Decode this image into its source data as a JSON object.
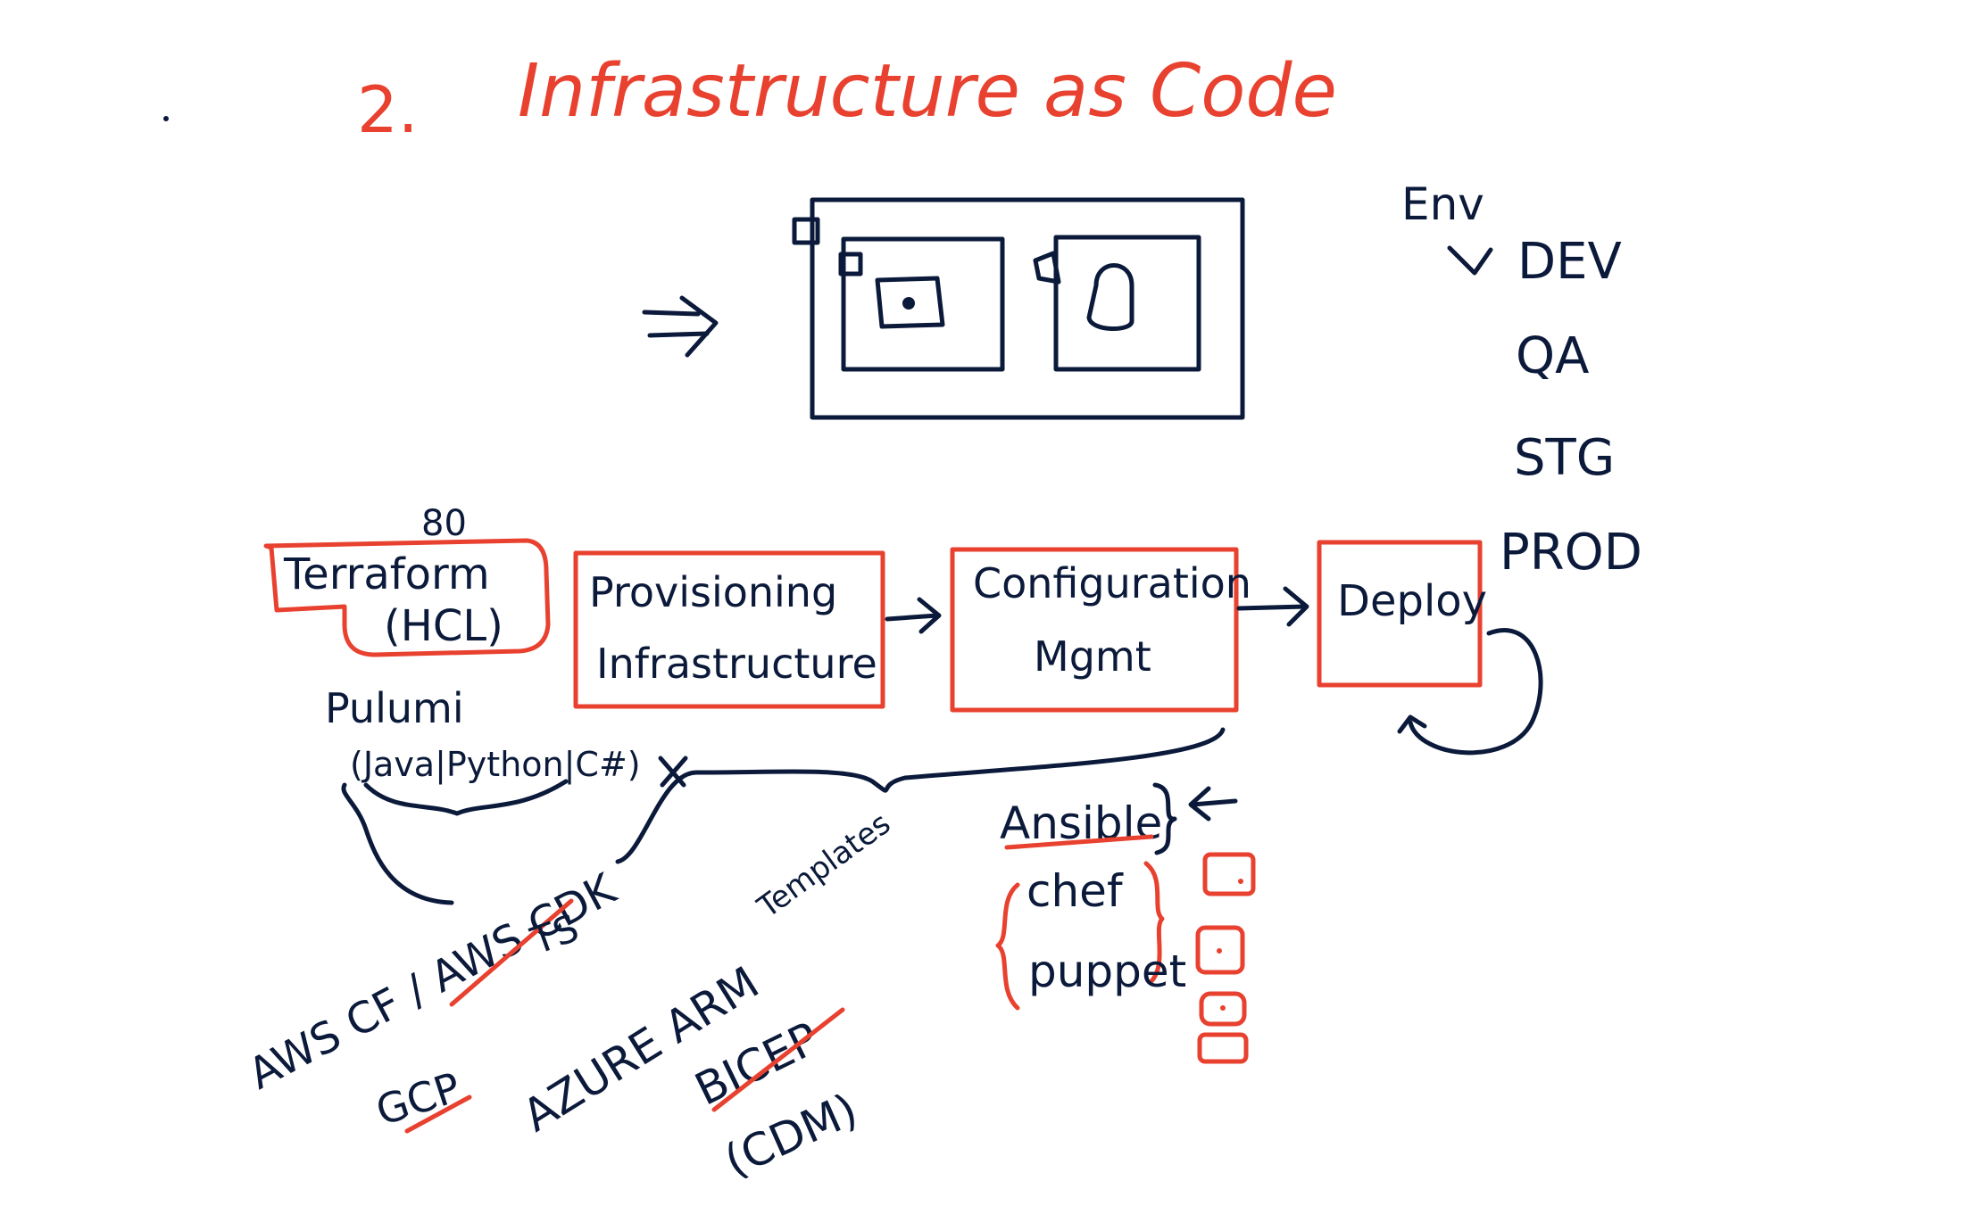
{
  "title": {
    "number": "2.",
    "text": "Infrastructure as Code"
  },
  "env": {
    "label": "Env",
    "items": [
      "DEV",
      "QA",
      "STG",
      "PROD"
    ]
  },
  "flow": {
    "terraform": "Terraform",
    "hcl": "(HCL)",
    "ports": "80",
    "provisioning_line1": "Provisioning",
    "provisioning_line2": "Infrastructure",
    "config_line1": "Configuration",
    "config_line2": "Mgmt",
    "deploy": "Deploy"
  },
  "tools": {
    "pulumi": "Pulumi",
    "pulumi_langs": "(Java|Python|C#)",
    "aws": "AWS CF / AWS CDK",
    "ts": "TS",
    "gcp": "GCP",
    "azure": "AZURE ARM",
    "templates": "Templates",
    "bicep": "BICEP",
    "cdm": "(CDM)",
    "ansible": "Ansible",
    "chef": "chef",
    "puppet": "puppet"
  },
  "colors": {
    "accent": "#e8412f",
    "ink": "#0b1a3a"
  }
}
